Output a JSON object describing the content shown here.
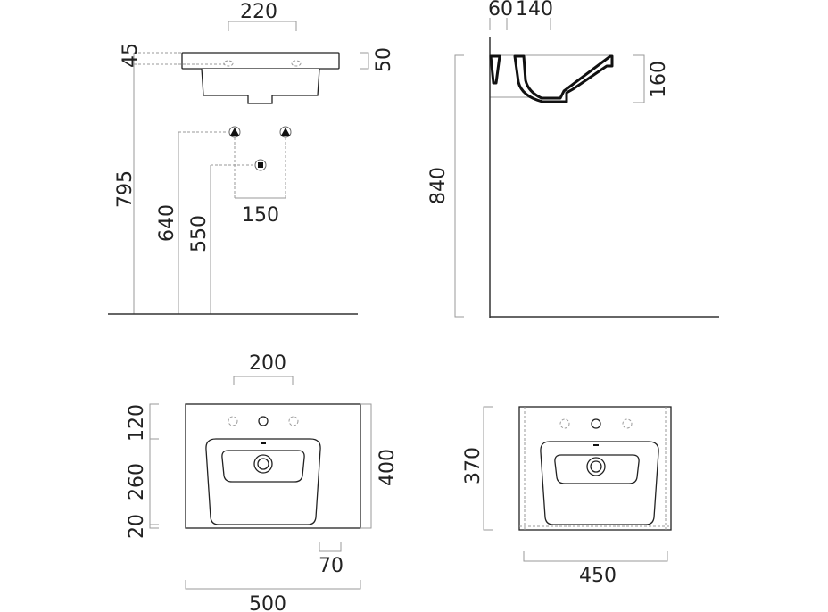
{
  "front_view": {
    "width_220": "220",
    "rim_45": "45",
    "rim_50": "50",
    "height_795": "795",
    "supply_640": "640",
    "waste_550": "550",
    "supply_spacing_150": "150"
  },
  "side_view": {
    "depth_60": "60",
    "depth_140": "140",
    "bowl_160": "160",
    "height_840": "840"
  },
  "top_view": {
    "holes_200": "200",
    "offset_120": "120",
    "bowl_260": "260",
    "edge_20": "20",
    "depth_400": "400",
    "edge_70": "70",
    "width_500": "500"
  },
  "top_view_small": {
    "depth_370": "370",
    "width_450": "450"
  }
}
